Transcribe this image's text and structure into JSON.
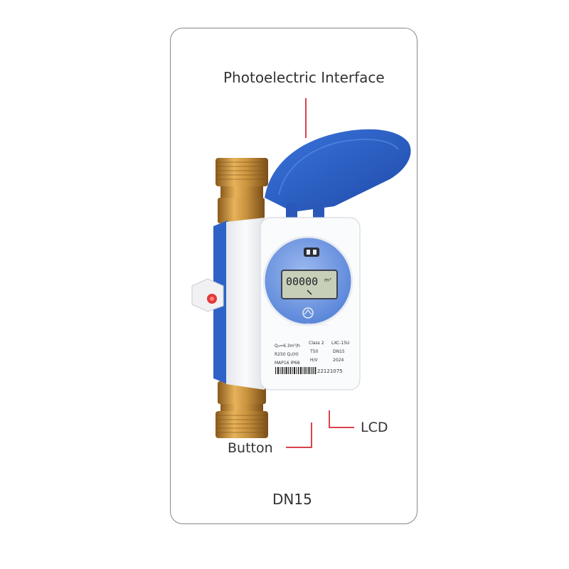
{
  "callouts": {
    "photoelectric": "Photoelectric Interface",
    "lcd": "LCD",
    "button": "Button"
  },
  "model": "DN15",
  "meter": {
    "display_value": "00000",
    "display_unit": "m³",
    "label_col1": [
      "Q₃=6.3m³/h",
      "R250 Q₁(H)",
      "MAP16 IP68"
    ],
    "label_col2": [
      "Class 2",
      "T50",
      "H/V"
    ],
    "label_col3": [
      "LXC-15U",
      "DN15",
      "2024"
    ],
    "serial": "22121075",
    "brand": "Ultrasonic Water Meter"
  },
  "colors": {
    "lid_blue": "#2f62c8",
    "face_blue": "#6b93e0",
    "brass": "#c9933e",
    "body_white": "#f4f5f8",
    "callout_red": "#d9434b"
  }
}
